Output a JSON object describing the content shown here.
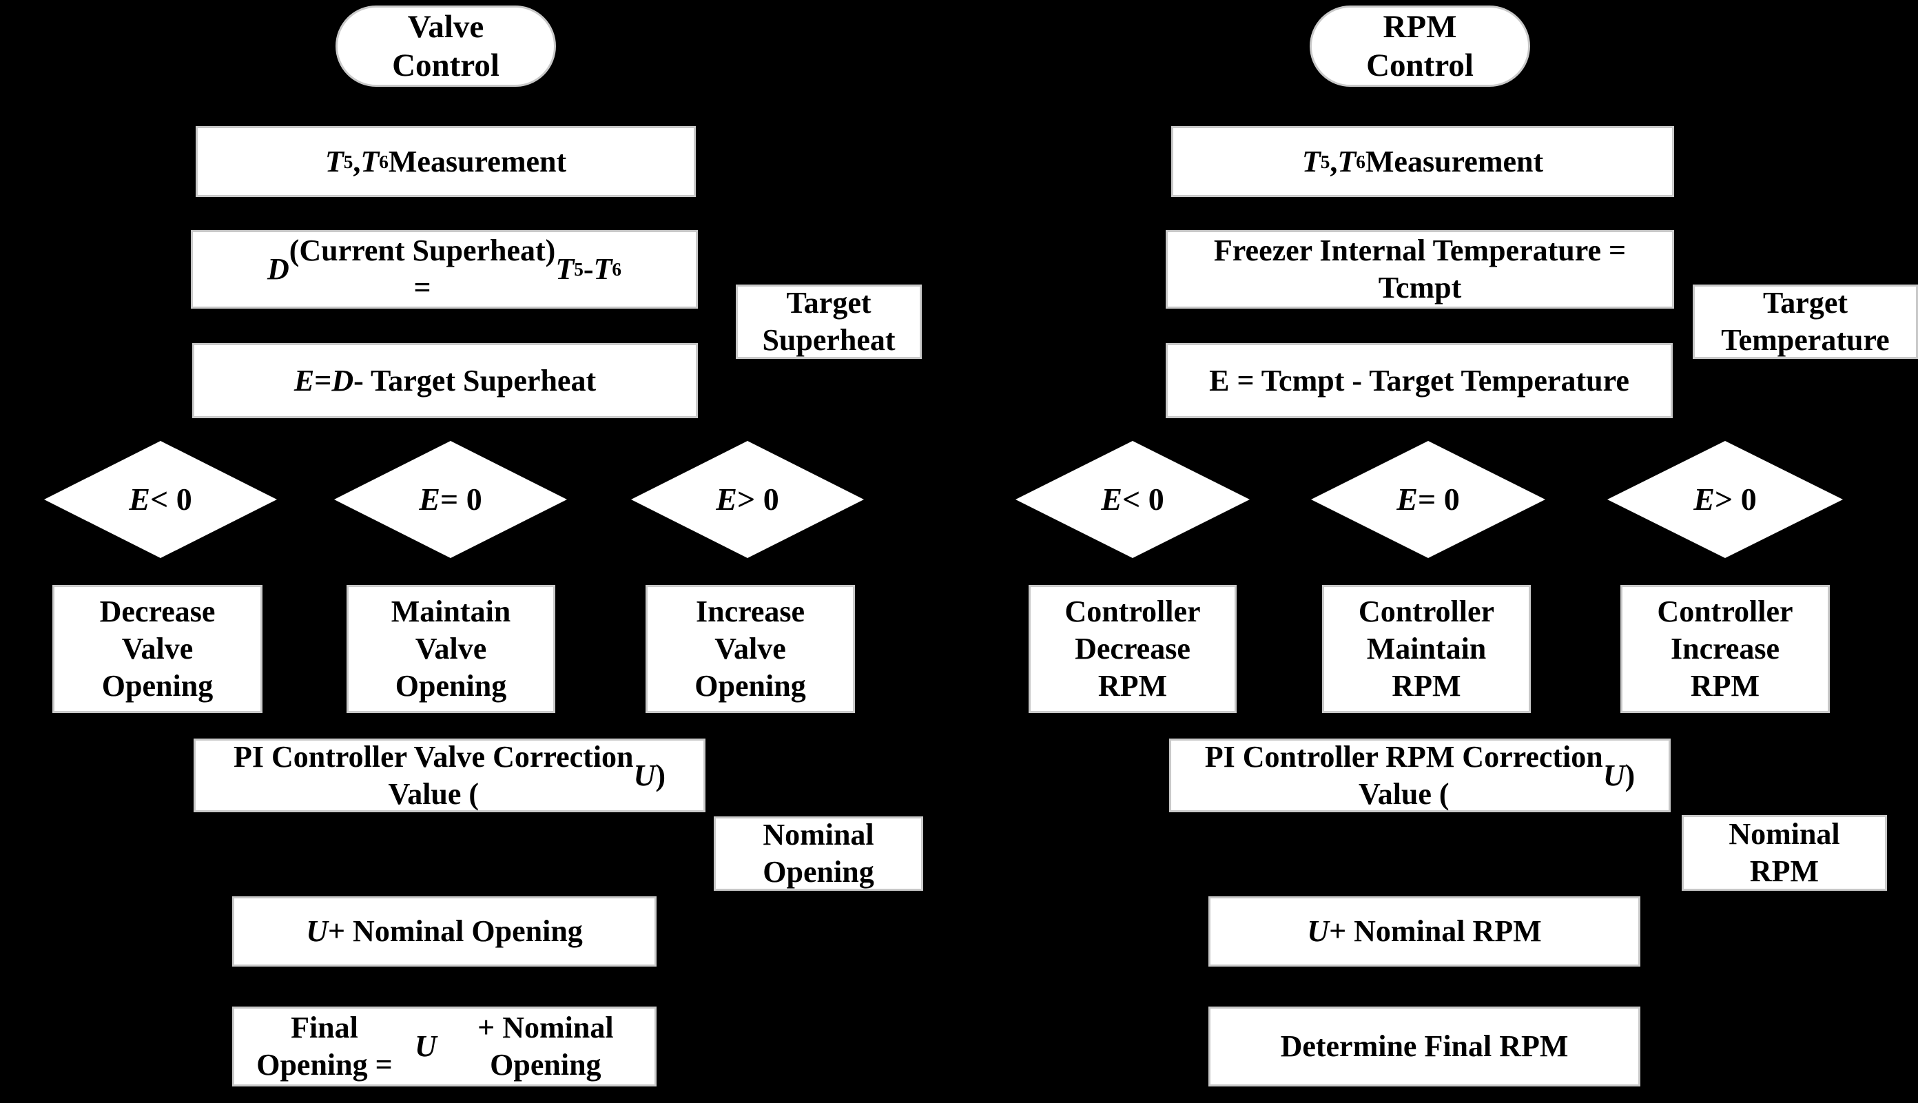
{
  "colors": {
    "background": "#000000",
    "node_fill": "#ffffff",
    "node_border": "#c9c9c9",
    "text": "#000000"
  },
  "valve": {
    "start": "Valve\nControl",
    "measurement": "T5, T6 Measurement",
    "superheat_calc": "D (Current Superheat)\n= T5 - T6",
    "target": "Target\nSuperheat",
    "error": "E = D - Target Superheat",
    "decisions": [
      "E < 0",
      "E = 0",
      "E > 0"
    ],
    "actions": [
      "Decrease\nValve\nOpening",
      "Maintain\nValve\nOpening",
      "Increase\nValve\nOpening"
    ],
    "pi_controller": "PI Controller Valve Correction\nValue (U)",
    "nominal": "Nominal\nOpening",
    "sum": "U + Nominal Opening",
    "final": "Final Opening =\nU + Nominal Opening"
  },
  "rpm": {
    "start": "RPM\nControl",
    "measurement": "T5, T6 Measurement",
    "freezer_temp": "Freezer Internal Temperature =\nTcmpt",
    "target": "Target\nTemperature",
    "error": "E = Tcmpt - Target Temperature",
    "decisions": [
      "E < 0",
      "E = 0",
      "E > 0"
    ],
    "actions": [
      "Controller\nDecrease\nRPM",
      "Controller\nMaintain\nRPM",
      "Controller\nIncrease\nRPM"
    ],
    "pi_controller": "PI Controller RPM Correction\nValue (U)",
    "nominal": "Nominal\nRPM",
    "sum": "U + Nominal RPM",
    "final": "Determine Final RPM"
  }
}
